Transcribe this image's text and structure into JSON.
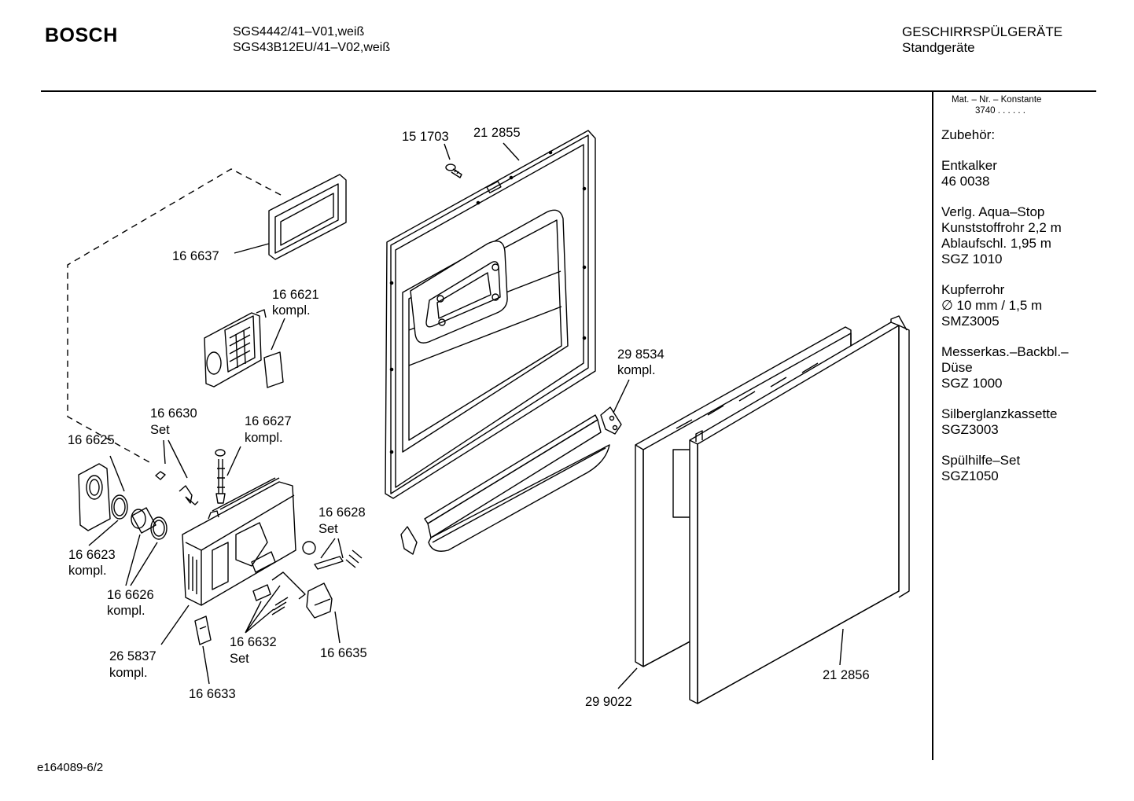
{
  "header": {
    "brand": "BOSCH",
    "models": [
      "SGS4442/41–V01,weiß",
      "SGS43B12EU/41–V02,weiß"
    ],
    "category": "GESCHIRRSPÜLGERÄTE",
    "subcategory": "Standgeräte"
  },
  "sidebar": {
    "mat_title": "Mat. – Nr. – Konstante",
    "mat_code": "3740 . . . . . .",
    "groups": [
      [
        "Zubehör:"
      ],
      [
        "Entkalker",
        "46 0038"
      ],
      [
        "Verlg. Aqua–Stop",
        "Kunststoffrohr 2,2 m",
        "Ablaufschl. 1,95 m",
        "SGZ 1010"
      ],
      [
        "Kupferrohr",
        "∅ 10 mm / 1,5 m",
        "SMZ3005"
      ],
      [
        "Messerkas.–Backbl.–",
        "Düse",
        "SGZ 1000"
      ],
      [
        "Silberglanzkassette",
        "SGZ3003"
      ],
      [
        "Spülhilfe–Set",
        "SGZ1050"
      ]
    ]
  },
  "parts": {
    "p151703": "15 1703",
    "p212855": "21 2855",
    "p166637": "16 6637",
    "p166621": "16 6621",
    "p166621_sub": "kompl.",
    "p298534": "29 8534",
    "p298534_sub": "kompl.",
    "p166630": "16 6630",
    "p166630_sub": "Set",
    "p166627": "16 6627",
    "p166627_sub": "kompl.",
    "p166625": "16 6625",
    "p166628": "16 6628",
    "p166628_sub": "Set",
    "p166623": "16 6623",
    "p166623_sub": "kompl.",
    "p166626": "16 6626",
    "p166626_sub": "kompl.",
    "p265837": "26 5837",
    "p265837_sub": "kompl.",
    "p166632": "16 6632",
    "p166632_sub": "Set",
    "p166635": "16 6635",
    "p166633": "16 6633",
    "p299022": "29 9022",
    "p212856": "21 2856"
  },
  "footer": {
    "code": "e164089-6/2"
  }
}
